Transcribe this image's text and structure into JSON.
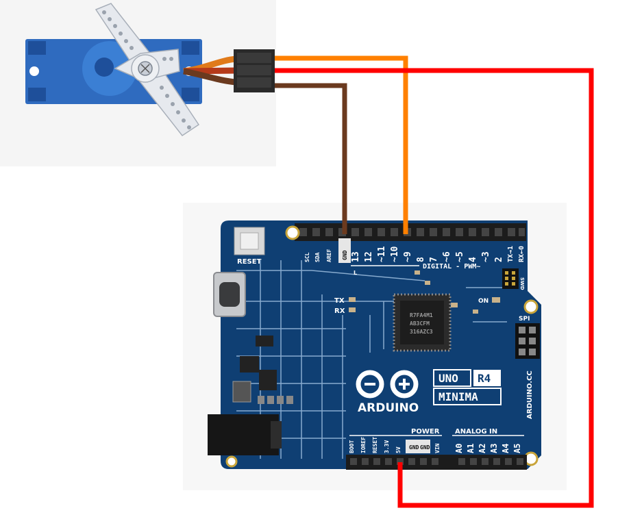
{
  "colors": {
    "wire_signal": "#ff8000",
    "wire_power": "#ff0000",
    "wire_ground": "#6b3a1f",
    "board_blue": "#0f3f73",
    "servo_blue": "#2f6bbf"
  },
  "board": {
    "reset_label": "RESET",
    "top_pins": [
      "SCL",
      "SDA",
      "AREF",
      "GND",
      "13",
      "12",
      "~11",
      "~10",
      "~9",
      "8",
      "7",
      "~6",
      "~5",
      "4",
      "~3",
      "2",
      "TX→1",
      "RX←0"
    ],
    "digital_label": "DIGITAL - PWM~",
    "on_label": "ON",
    "l_label": "L",
    "tx_label": "TX",
    "rx_label": "RX",
    "swd_label": "SWD",
    "spi_label": "SPI",
    "chip_text": [
      "R7FA4M1",
      "AB3CFM",
      "316AZC3"
    ],
    "brand": "ARDUINO",
    "model_uno": "UNO",
    "model_r4": "R4",
    "model_minima": "MINIMA",
    "website": "ARDUINO.CC",
    "power_label": "POWER",
    "analog_label": "ANALOG IN",
    "bottom_pins": [
      "BOOT",
      "IOREF",
      "RESET",
      "3.3V",
      "5V",
      "GND",
      "GND",
      "VIN"
    ],
    "analog_pins": [
      "A0",
      "A1",
      "A2",
      "A3",
      "A4",
      "A5"
    ]
  }
}
